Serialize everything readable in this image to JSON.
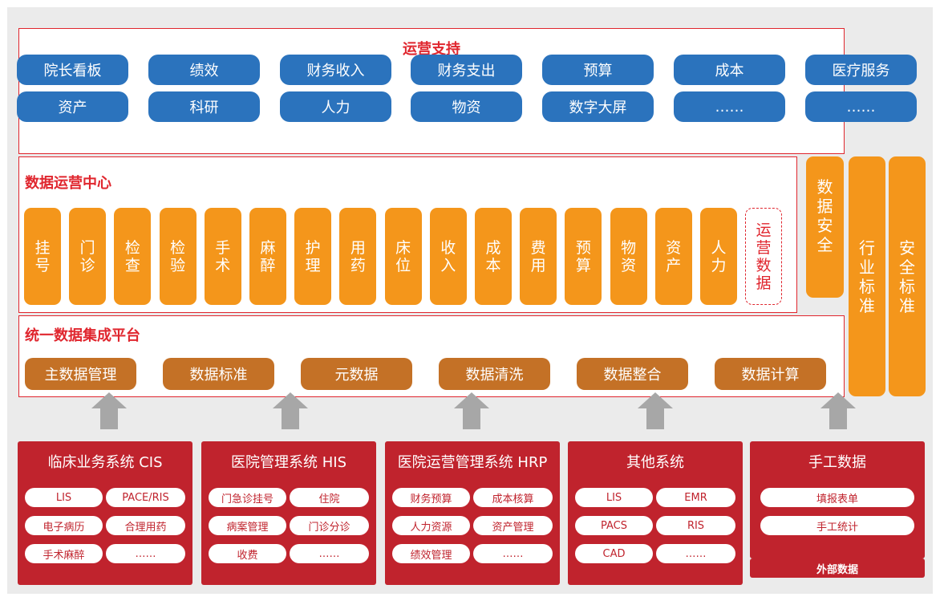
{
  "colors": {
    "accent_red": "#e0262e",
    "blue": "#2b73bd",
    "orange": "#f4961b",
    "brown": "#c47126",
    "system_red": "#c0232d",
    "arrow_gray": "#a7a7a7"
  },
  "ops_support": {
    "title": "运营支持",
    "row1": [
      "院长看板",
      "绩效",
      "财务收入",
      "财务支出",
      "预算",
      "成本",
      "医疗服务"
    ],
    "row2": [
      "资产",
      "科研",
      "人力",
      "物资",
      "数字大屏",
      "……",
      "……"
    ]
  },
  "data_center": {
    "title": "数据运营中心",
    "columns": [
      "挂号",
      "门诊",
      "检查",
      "检验",
      "手术",
      "麻醉",
      "护理",
      "用药",
      "床位",
      "收入",
      "成本",
      "费用",
      "预算",
      "物资",
      "资产",
      "人力"
    ],
    "dashed_column": "运营数据"
  },
  "integration": {
    "title": "统一数据集成平台",
    "items": [
      "主数据管理",
      "数据标准",
      "元数据",
      "数据清洗",
      "数据整合",
      "数据计算"
    ]
  },
  "side": {
    "data_security": "数据安全",
    "industry_standard": "行业标准",
    "security_standard": "安全标准"
  },
  "systems": [
    {
      "title": "临床业务系统 CIS",
      "items": [
        "LIS",
        "PACE/RIS",
        "电子病历",
        "合理用药",
        "手术麻醉",
        "……"
      ]
    },
    {
      "title": "医院管理系统 HIS",
      "items": [
        "门急诊挂号",
        "住院",
        "病案管理",
        "门诊分诊",
        "收费",
        "……"
      ]
    },
    {
      "title": "医院运营管理系统 HRP",
      "items": [
        "财务预算",
        "成本核算",
        "人力资源",
        "资产管理",
        "绩效管理",
        "……"
      ]
    },
    {
      "title": "其他系统",
      "items": [
        "LIS",
        "EMR",
        "PACS",
        "RIS",
        "CAD",
        "……"
      ]
    }
  ],
  "manual": {
    "title": "手工数据",
    "items": [
      "填报表单",
      "手工统计"
    ],
    "external": "外部数据"
  }
}
